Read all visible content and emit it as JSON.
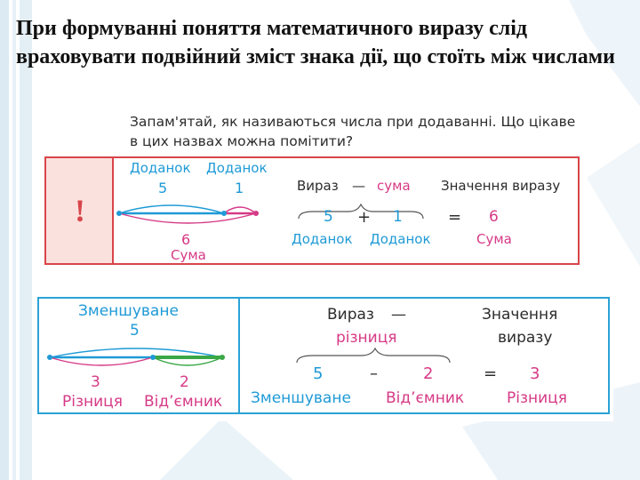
{
  "heading": "При формуванні поняття математичного виразу слід враховувати подвійний зміст знака дії, що стоїть між числами",
  "addition": {
    "prompt": "Запам'ятай, як називаються числа при додаванні. Що цікаве в цих назвах можна помітити?",
    "mark": "!",
    "addend1_label": "Доданок",
    "addend2_label": "Доданок",
    "addend1_value": "5",
    "addend2_value": "1",
    "total_value": "6",
    "total_label": "Сума",
    "expr_word": "Вираз",
    "dash": "—",
    "expr_name": "сума",
    "value_caption": "Значення виразу",
    "eq_a": "5",
    "eq_op": "+",
    "eq_b": "1",
    "eq_eq": "=",
    "eq_result": "6",
    "eq_a_label": "Доданок",
    "eq_b_label": "Доданок",
    "eq_result_label": "Сума"
  },
  "subtraction": {
    "minuend_label": "Зменшуване",
    "minuend_value": "5",
    "difference_value": "3",
    "subtrahend_value": "2",
    "difference_label": "Різниця",
    "subtrahend_label": "Від’ємник",
    "expr_word": "Вираз",
    "dash": "—",
    "expr_name": "різниця",
    "value_caption_1": "Значення",
    "value_caption_2": "виразу",
    "eq_a": "5",
    "eq_op": "–",
    "eq_b": "2",
    "eq_eq": "=",
    "eq_result": "3",
    "eq_a_label": "Зменшуване",
    "eq_b_label": "Від’ємник",
    "eq_result_label": "Різниця"
  },
  "colors": {
    "blue": "#1f9ad6",
    "pink": "#d63a86",
    "red_border": "#d8454a",
    "green": "#3aa845",
    "panel_border_blue": "#2aa2d6"
  }
}
